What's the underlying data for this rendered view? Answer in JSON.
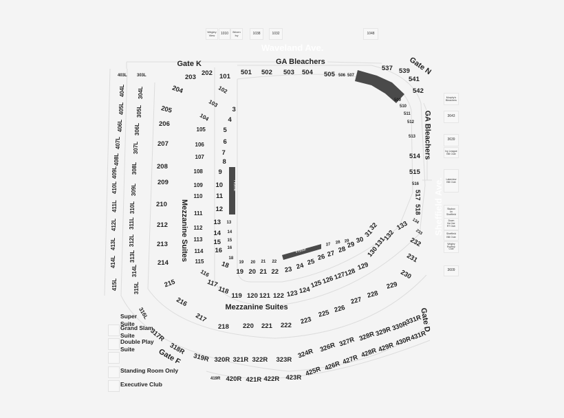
{
  "streets": {
    "north": "Waveland Ave.",
    "east": "Sheffield Ave."
  },
  "rooftops_top": [
    "Wrigley\nView",
    "1010",
    "Brixen\nIvy",
    "1038",
    "1032",
    "1048"
  ],
  "rooftops_right": [
    "Murphy's\nBleachers",
    "3643",
    "3639",
    "Ivy League\nBB Club",
    "Lakeview\nBB Club",
    "Skybox\non\nSheffield",
    "Down\nthe line\nRT Club",
    "Sheffield\nBB Club",
    "Wrigley\nRooftop\nClub",
    "3609"
  ],
  "gates": [
    "Gate K",
    "Gate N",
    "Gate F",
    "Gate D"
  ],
  "area_labels": [
    "GA  Bleachers",
    "GA  Bleachers",
    "Mezzanine Suites",
    "Mezzanine Suites"
  ],
  "dugouts": {
    "home": "Home",
    "visitor": "Visitor"
  },
  "sections": [
    "501",
    "502",
    "503",
    "504",
    "505",
    "506",
    "507",
    "537",
    "539",
    "541",
    "542",
    "509",
    "510",
    "511",
    "512",
    "513",
    "514",
    "515",
    "516",
    "517",
    "518",
    "134",
    "233",
    "133",
    "132",
    "131",
    "130",
    "232",
    "231",
    "230",
    "229",
    "228",
    "227",
    "226",
    "225",
    "223",
    "222",
    "221",
    "220",
    "218",
    "217",
    "216",
    "215",
    "214",
    "213",
    "212",
    "210",
    "209",
    "208",
    "207",
    "206",
    "205",
    "204",
    "203",
    "202",
    "101",
    "102",
    "103",
    "104",
    "105",
    "106",
    "107",
    "108",
    "109",
    "110",
    "111",
    "112",
    "113",
    "114",
    "115",
    "116",
    "117",
    "118",
    "119",
    "120",
    "121",
    "122",
    "123",
    "124",
    "125",
    "126",
    "127",
    "128",
    "129",
    "3",
    "4",
    "5",
    "6",
    "7",
    "8",
    "9",
    "10",
    "11",
    "12",
    "13",
    "14",
    "15",
    "16",
    "18",
    "13",
    "14",
    "15",
    "16",
    "18",
    "19",
    "20",
    "21",
    "22",
    "23",
    "24",
    "25",
    "26",
    "27",
    "28",
    "29",
    "30",
    "31",
    "32",
    "19",
    "20",
    "21",
    "22",
    "27",
    "28",
    "29",
    "403L",
    "404L",
    "405L",
    "406L",
    "407L",
    "408L",
    "409L",
    "410L",
    "411L",
    "412L",
    "413L",
    "414L",
    "415L",
    "303L",
    "304L",
    "305L",
    "306L",
    "307L",
    "308L",
    "309L",
    "310L",
    "311L",
    "312L",
    "313L",
    "314L",
    "315L",
    "316L",
    "317R",
    "318R",
    "319R",
    "320R",
    "321R",
    "322R",
    "323R",
    "324R",
    "326R",
    "327R",
    "328R",
    "329R",
    "330R",
    "331R",
    "419R",
    "420R",
    "421R",
    "422R",
    "423R",
    "425R",
    "426R",
    "427R",
    "428R",
    "429R",
    "430R",
    "431R"
  ],
  "legend": [
    "Super\nSuite",
    "Grand Slam\nSuite",
    "Double Play\nSuite",
    "Standing Room Only",
    "Executive Club"
  ],
  "colors": {
    "background": "#f4f4f4",
    "dugout": "#4a4a4a",
    "bleacher_block": "#4a4a4a",
    "text": "#1f1f1f",
    "lines": "#dcdcdc"
  }
}
